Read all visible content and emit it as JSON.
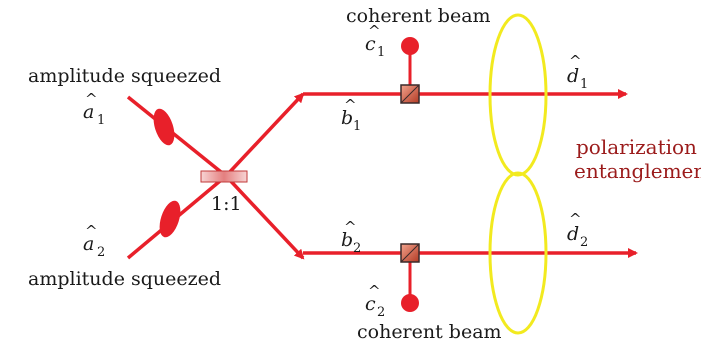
{
  "colors": {
    "beam": "#e8202a",
    "entanglement_loop": "#f2ea1f",
    "accent_text": "#9b1b1b",
    "splitter_fill": "#f0b8b8"
  },
  "inputs": {
    "top": {
      "label": "amplitude squeezed",
      "mode_letter": "a",
      "mode_index": "1"
    },
    "bottom": {
      "label": "amplitude squeezed",
      "mode_letter": "a",
      "mode_index": "2"
    }
  },
  "beam_splitter": {
    "ratio_label": "1:1"
  },
  "paths": {
    "upper": {
      "mode_letter": "b",
      "mode_index": "1"
    },
    "lower": {
      "mode_letter": "b",
      "mode_index": "2"
    }
  },
  "coherent": {
    "upper": {
      "label": "coherent beam",
      "mode_letter": "c",
      "mode_index": "1"
    },
    "lower": {
      "label": "coherent beam",
      "mode_letter": "c",
      "mode_index": "2"
    }
  },
  "outputs": {
    "upper": {
      "mode_letter": "d",
      "mode_index": "1"
    },
    "lower": {
      "mode_letter": "d",
      "mode_index": "2"
    }
  },
  "entanglement_label": {
    "line1": "polarization",
    "line2": "entanglement"
  }
}
